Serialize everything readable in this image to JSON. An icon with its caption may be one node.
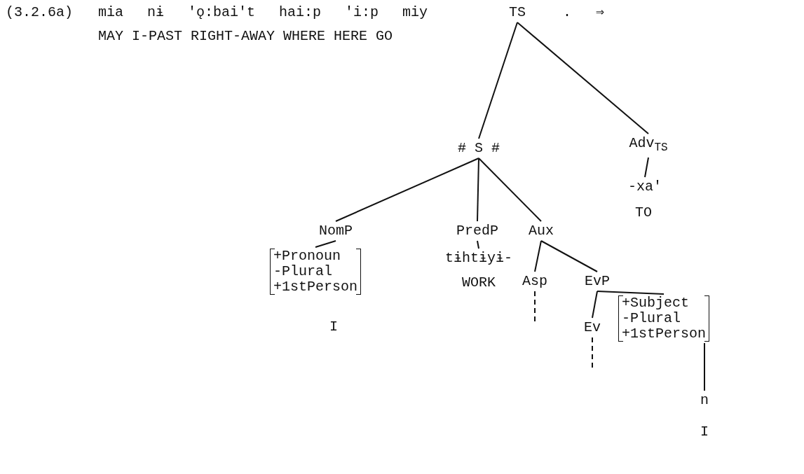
{
  "diagram": {
    "nodes": [
      {
        "text": [
          "TS"
        ]
      },
      {
        "text": [
          "# S #"
        ]
      },
      {
        "text": [
          "Adv$_{TS}$"
        ]
      },
      {
        "text": [
          "-xa'"
        ],
        "beside": [
          "TO"
        ]
      },
      {
        "text": [
          "NomP"
        ]
      },
      {
        "text": [
          "PredP"
        ]
      },
      {
        "text": [
          "Aux"
        ]
      },
      {
        "text": [
          "+Pronoun",
          "-Plural",
          "+1stPerson"
        ],
        "beside": [
          "I"
        ]
      },
      {
        "text": [
          "tɨhtɨyɨ-"
        ],
        "beside": [
          "WORK"
        ]
      },
      {
        "text": [
          "Asp"
        ]
      },
      {
        "text": [
          "EvP"
        ]
      },
      {
        "text": [
          "Ev"
        ]
      },
      {
        "text": [
          "+Subject",
          "-Plural",
          "+1stPerson"
        ]
      },
      {
        "text": [
          "n"
        ],
        "beside": [
          "I"
        ]
      }
    ],
    "edges": [
      {
        "from": 0,
        "to": 1,
        "arrow": "none"
      },
      {
        "from": 0,
        "to": 2,
        "arrow": "none"
      },
      {
        "from": 2,
        "to": 3,
        "arrow": "none"
      },
      {
        "from": 1,
        "to": 4,
        "arrow": "none"
      },
      {
        "from": 1,
        "to": 5,
        "arrow": "none"
      },
      {
        "from": 1,
        "to": 6,
        "arrow": "none"
      },
      {
        "from": 4,
        "to": 7,
        "arrow": "none"
      },
      {
        "from": 5,
        "to": 8,
        "arrow": "none"
      },
      {
        "from": 6,
        "to": 9,
        "arrow": "none"
      },
      {
        "from": 6,
        "to": 10,
        "arrow": "none"
      },
      {
        "from": 9,
        "to": null,
        "arrow": "none",
        "style": "dashed"
      },
      {
        "from": 10,
        "to": 11,
        "arrow": "none"
      },
      {
        "from": 10,
        "to": 12,
        "arrow": "none"
      },
      {
        "from": 11,
        "to": null,
        "arrow": "none",
        "style": "dashed"
      },
      {
        "from": 12,
        "to": 13,
        "arrow": "none"
      }
    ],
    "labels": [
      "(3.2.6a)",
      "mia nɨ 'ǫ:bai't hai:p 'i:p miy",
      "MAY I-PAST RIGHT-AWAY WHERE HERE GO",
      ".",
      "⇒"
    ]
  }
}
